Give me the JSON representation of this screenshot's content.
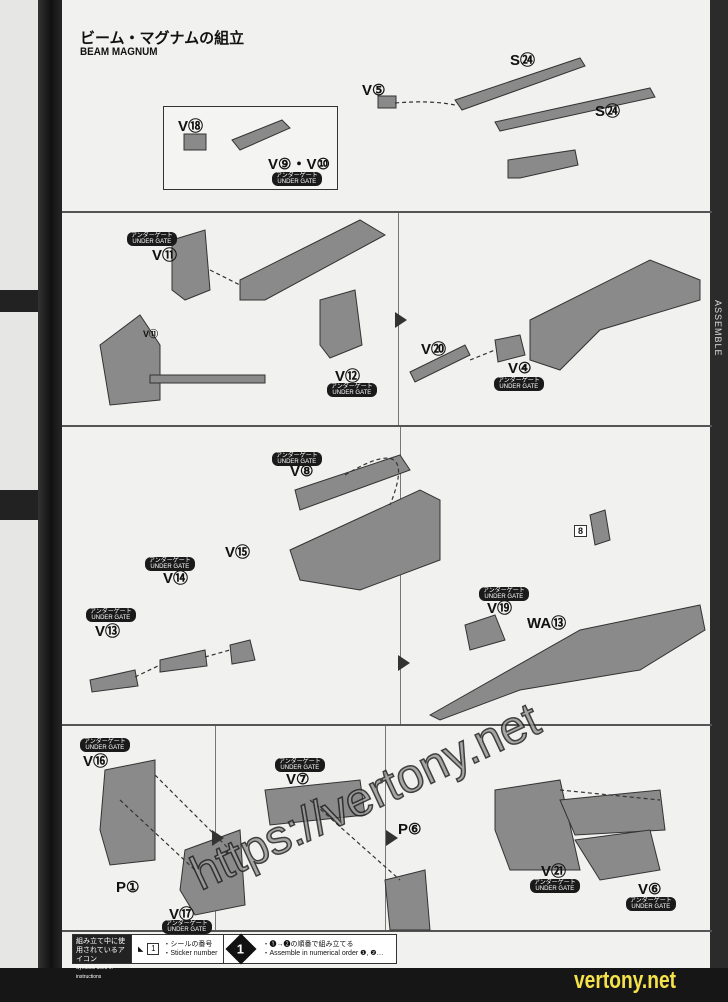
{
  "title": {
    "jp": "ビーム・マグナムの組立",
    "en": "BEAM MAGNUM"
  },
  "under_gate": {
    "jp": "アンダーゲート",
    "en": "UNDER GATE"
  },
  "step1": {
    "labels": [
      "V⑤",
      "S㉔",
      "S㉔",
      "V⑱",
      "V⑨・V⑩"
    ]
  },
  "step2": {
    "labels": [
      "V⑪",
      "V⑫",
      "V⑪",
      "V⑳",
      "V④"
    ]
  },
  "step3": {
    "labels": [
      "V⑧",
      "V⑮",
      "V⑭",
      "V⑬",
      "V⑲",
      "WA⑬",
      "8"
    ]
  },
  "step4": {
    "labels": [
      "V⑯",
      "P①",
      "V⑰",
      "V⑦",
      "P⑥",
      "V㉑",
      "V⑥"
    ]
  },
  "legend": {
    "heading_jp": "組み立て中に使用されているアイコン",
    "heading_en": "Symbols used in instructions",
    "sticker_num": "1",
    "sticker_jp": "・シールの番号",
    "sticker_en": "・Sticker number",
    "order_num": "1",
    "order_jp": "・❶→❷の順番で組み立てる",
    "order_en": "・Assemble in numerical order ❶, ❷…"
  },
  "watermark": "https://vertony.net",
  "brand": "vertony.net",
  "side_text": "ASSEMBLE"
}
